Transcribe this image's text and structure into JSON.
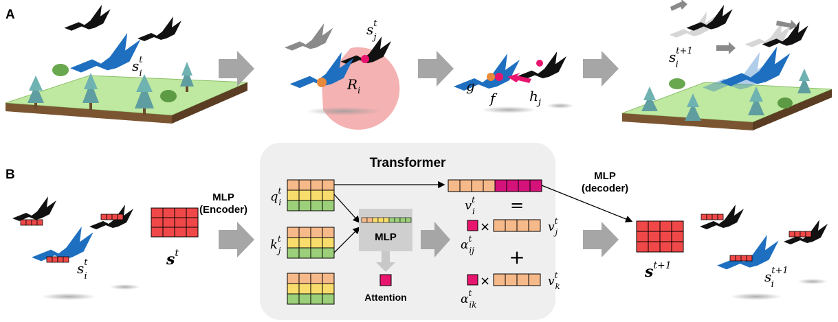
{
  "panels": {
    "a": "A",
    "b": "B"
  },
  "panel_a": {
    "s_i": "s",
    "s_i_sup": "t",
    "s_i_sub": "i",
    "s_j": "s",
    "s_j_sup": "t",
    "s_j_sub": "j",
    "R": "R",
    "R_sub": "i",
    "g": "g",
    "f": "f",
    "h": "h",
    "h_sub": "j",
    "s_next": "s",
    "s_next_sup": "t+1",
    "s_next_sub": "i"
  },
  "panel_b": {
    "encoder_line1": "MLP",
    "encoder_line2": "(Encoder)",
    "s_t": "s",
    "s_t_sup": "t",
    "s_i": "s",
    "s_i_sup": "t",
    "s_i_sub": "i",
    "transformer_title": "Transformer",
    "q": "q",
    "q_sup": "t",
    "q_sub": "i",
    "k": "k",
    "k_sup": "t",
    "k_sub": "j",
    "mlp_box": "MLP",
    "attention": "Attention",
    "v_i": "v",
    "v_i_sup": "t",
    "v_i_sub": "i",
    "equals": "=",
    "times": "×",
    "plus": "+",
    "alpha": "α",
    "alpha1_sup": "t",
    "alpha1_sub": "ij",
    "alpha2_sup": "t",
    "alpha2_sub": "ik",
    "v_j": "v",
    "v_j_sup": "t",
    "v_j_sub": "j",
    "v_k": "v",
    "v_k_sup": "t",
    "v_k_sub": "k",
    "decoder_line1": "MLP",
    "decoder_line2": "(decoder)",
    "s_next": "s",
    "s_next_sup": "t+1",
    "s_i_next": "s",
    "s_i_next_sup": "t+1",
    "s_i_next_sub": "i"
  },
  "colors": {
    "blue_bird": "#1e6fc0",
    "black_bird": "#111111",
    "grey_bird": "#8a8a8a",
    "radius": "#f2a5a5",
    "pink": "#e8156e",
    "orange": "#e9893a",
    "state_red": "#f04848",
    "q_orange": "#f6b98a",
    "q_yellow": "#f8dc6c",
    "q_green": "#9bcf7a",
    "v_magenta": "#d4127a",
    "flow_arrow": "#a6a6a6",
    "transformer_bg": "#efefef",
    "ground_top": "#bfe8a0",
    "ground_side": "#6b4a2b"
  }
}
